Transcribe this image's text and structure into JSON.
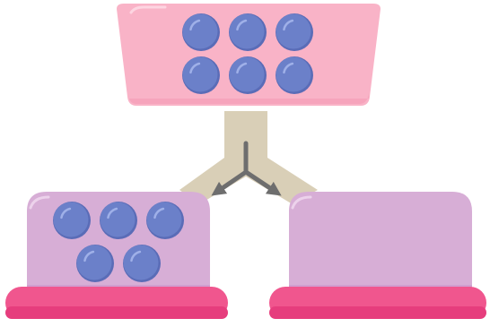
{
  "diagram": {
    "subject": "division-of-items",
    "source_container": {
      "item_count": 6
    },
    "left_container": {
      "item_count": 5
    },
    "right_container": {
      "item_count": 0
    },
    "colors": {
      "background": "#ffffff",
      "source_container": "#f9b3c7",
      "source_container_shadow": "#f39ab4",
      "target_container": "#d7aed6",
      "target_container_shadow": "#c98fc9",
      "tray": "#f0568e",
      "tray_shadow": "#e63d7d",
      "connector": "#d9cfb7",
      "arrow": "#6e6e6e",
      "item": "#6b80c9",
      "item_shadow": "#5a6cb7",
      "item_highlight": "#9fb0e8"
    },
    "icons": [
      "down-left-arrow-icon",
      "down-right-arrow-icon",
      "ball-icon"
    ]
  }
}
